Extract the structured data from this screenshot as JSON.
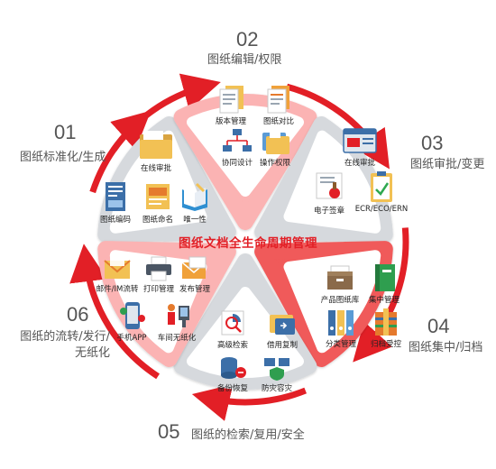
{
  "center_title": "图纸文档全生命周期管理",
  "colors": {
    "arrow": "#e21f26",
    "sector_gray": "#d6d9dd",
    "sector_pink": "#fbb3b3",
    "sector_red": "#f05a5a",
    "inner_white": "#ffffff"
  },
  "stages": [
    {
      "num": "01",
      "title": "图纸标准化/生成",
      "items": [
        {
          "label": "在线审批",
          "icon": "folder-icon"
        },
        {
          "label": "图纸编码",
          "icon": "blueprint-icon"
        },
        {
          "label": "图纸命名",
          "icon": "design-drawing-icon"
        },
        {
          "label": "唯一性",
          "icon": "book-icon"
        }
      ]
    },
    {
      "num": "02",
      "title": "图纸编辑/权限",
      "items": [
        {
          "label": "版本管理",
          "icon": "documents-icon"
        },
        {
          "label": "图纸对比",
          "icon": "compare-docs-icon"
        },
        {
          "label": "协同设计",
          "icon": "network-computers-icon"
        },
        {
          "label": "操作权限",
          "icon": "folders-icon"
        }
      ]
    },
    {
      "num": "03",
      "title": "图纸审批/变更",
      "items": [
        {
          "label": "在线审批",
          "icon": "web-window-icon"
        },
        {
          "label": "电子签章",
          "icon": "seal-stamp-icon"
        },
        {
          "label": "ECR/ECO/ERN",
          "icon": "clipboard-check-icon"
        }
      ]
    },
    {
      "num": "04",
      "title": "图纸集中/归档",
      "items": [
        {
          "label": "产品图纸库",
          "icon": "archive-box-icon"
        },
        {
          "label": "集中管理",
          "icon": "green-book-icon"
        },
        {
          "label": "分类管理",
          "icon": "binders-icon"
        },
        {
          "label": "归档受控",
          "icon": "archive-package-icon"
        }
      ]
    },
    {
      "num": "05",
      "title": "图纸的检索/复用/安全",
      "items": [
        {
          "label": "高级检索",
          "icon": "search-chart-icon"
        },
        {
          "label": "借用复制",
          "icon": "folder-copy-icon"
        },
        {
          "label": "备份恢复",
          "icon": "database-backup-icon"
        },
        {
          "label": "防灾容灾",
          "icon": "shield-network-icon"
        }
      ]
    },
    {
      "num": "06",
      "title_line1": "图纸的流转/发行/",
      "title_line2": "无纸化",
      "items": [
        {
          "label": "邮件/IM流转",
          "icon": "mail-icon"
        },
        {
          "label": "打印管理",
          "icon": "printer-icon"
        },
        {
          "label": "发布管理",
          "icon": "publish-envelope-icon"
        },
        {
          "label": "手机APP",
          "icon": "phone-app-icon"
        },
        {
          "label": "车间无纸化",
          "icon": "workshop-icon"
        }
      ]
    }
  ]
}
